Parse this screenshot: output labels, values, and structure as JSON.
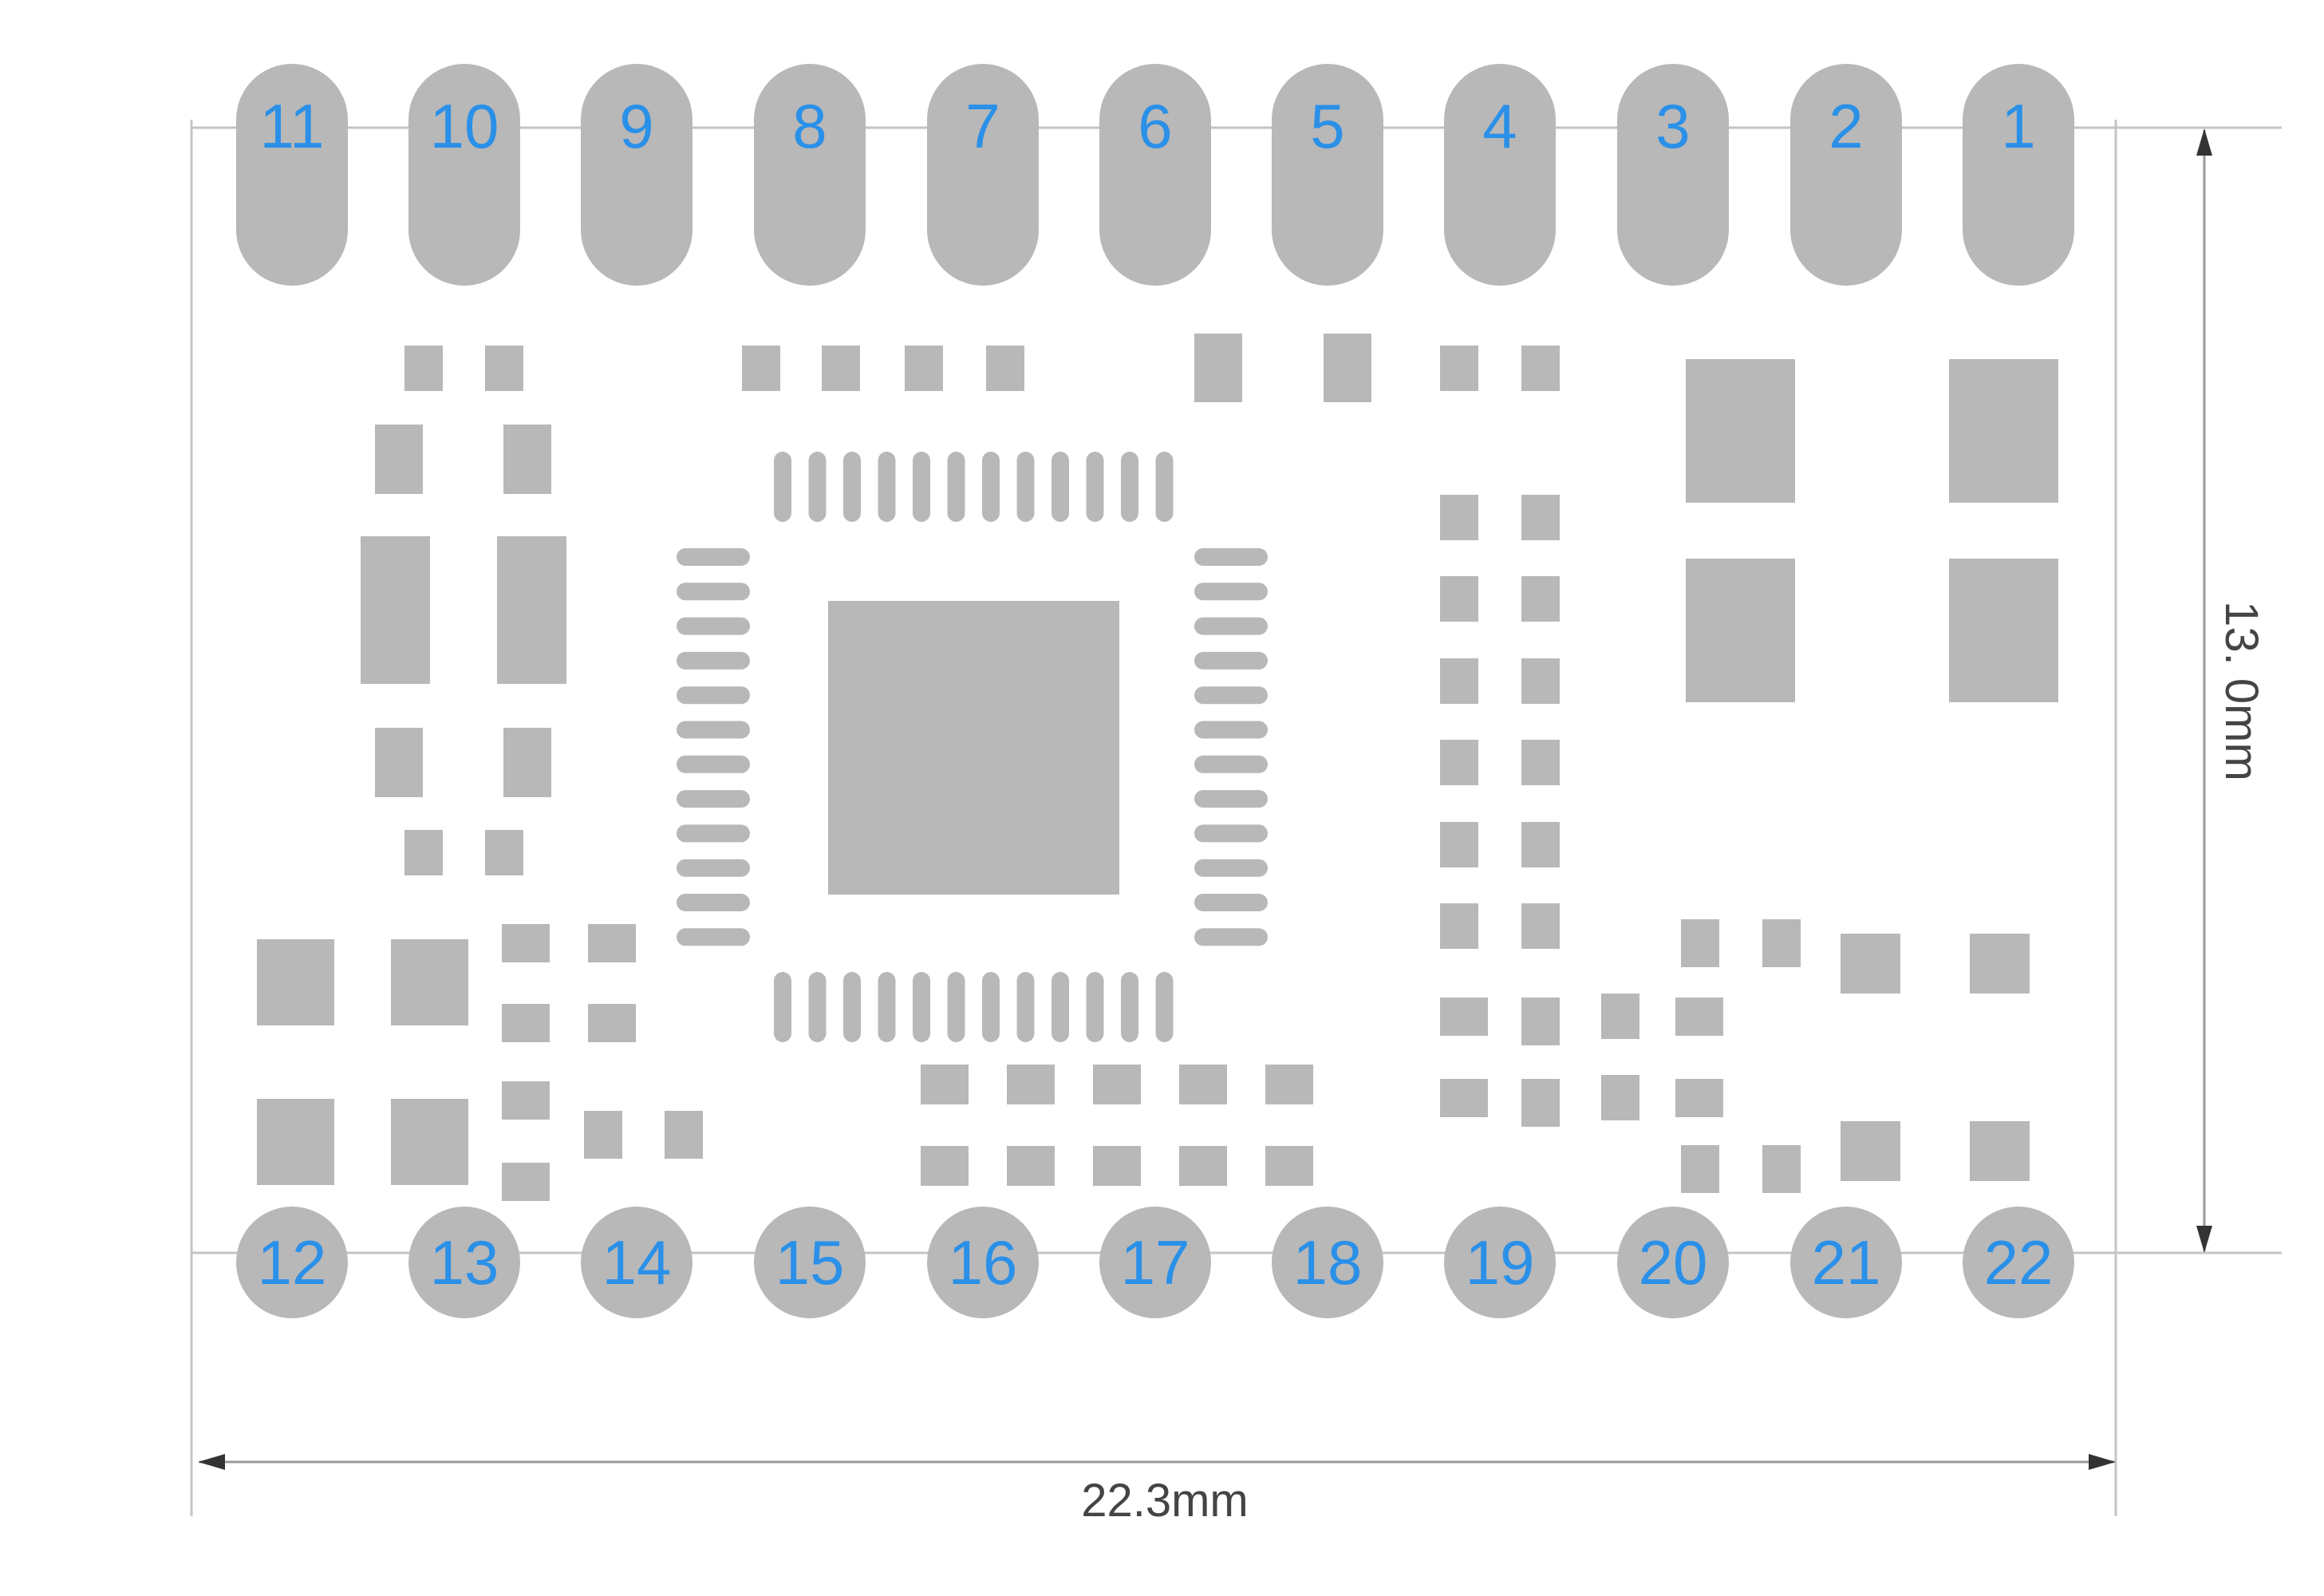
{
  "colors": {
    "pad": "#b8b8b9",
    "pin_label": "#2a90e8",
    "line": "#9a9a9a",
    "dimension_text": "#444444",
    "background": "#ffffff"
  },
  "top_pins": [
    "11",
    "10",
    "9",
    "8",
    "7",
    "6",
    "5",
    "4",
    "3",
    "2",
    "1"
  ],
  "bottom_pins": [
    "12",
    "13",
    "14",
    "15",
    "16",
    "17",
    "18",
    "19",
    "20",
    "21",
    "22"
  ],
  "dimensions": {
    "width_label": "22.3mm",
    "height_label": "13. 0mm"
  }
}
